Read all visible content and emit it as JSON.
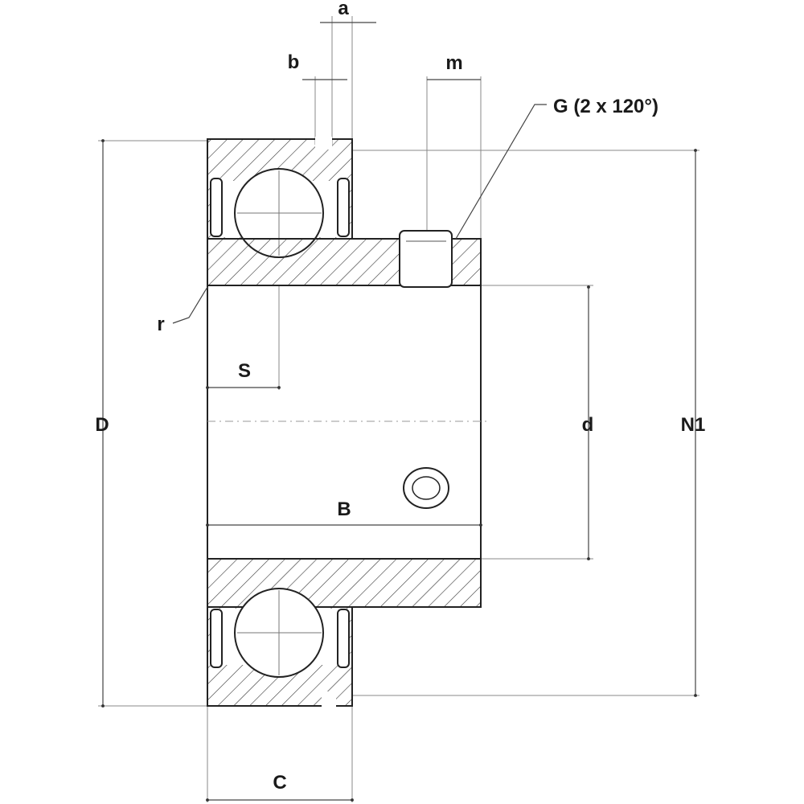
{
  "labels": {
    "a": "a",
    "b": "b",
    "m": "m",
    "G": "G (2 x 120°)",
    "r": "r",
    "S": "S",
    "D": "D",
    "d": "d",
    "N1": "N1",
    "B": "B",
    "C": "C"
  }
}
